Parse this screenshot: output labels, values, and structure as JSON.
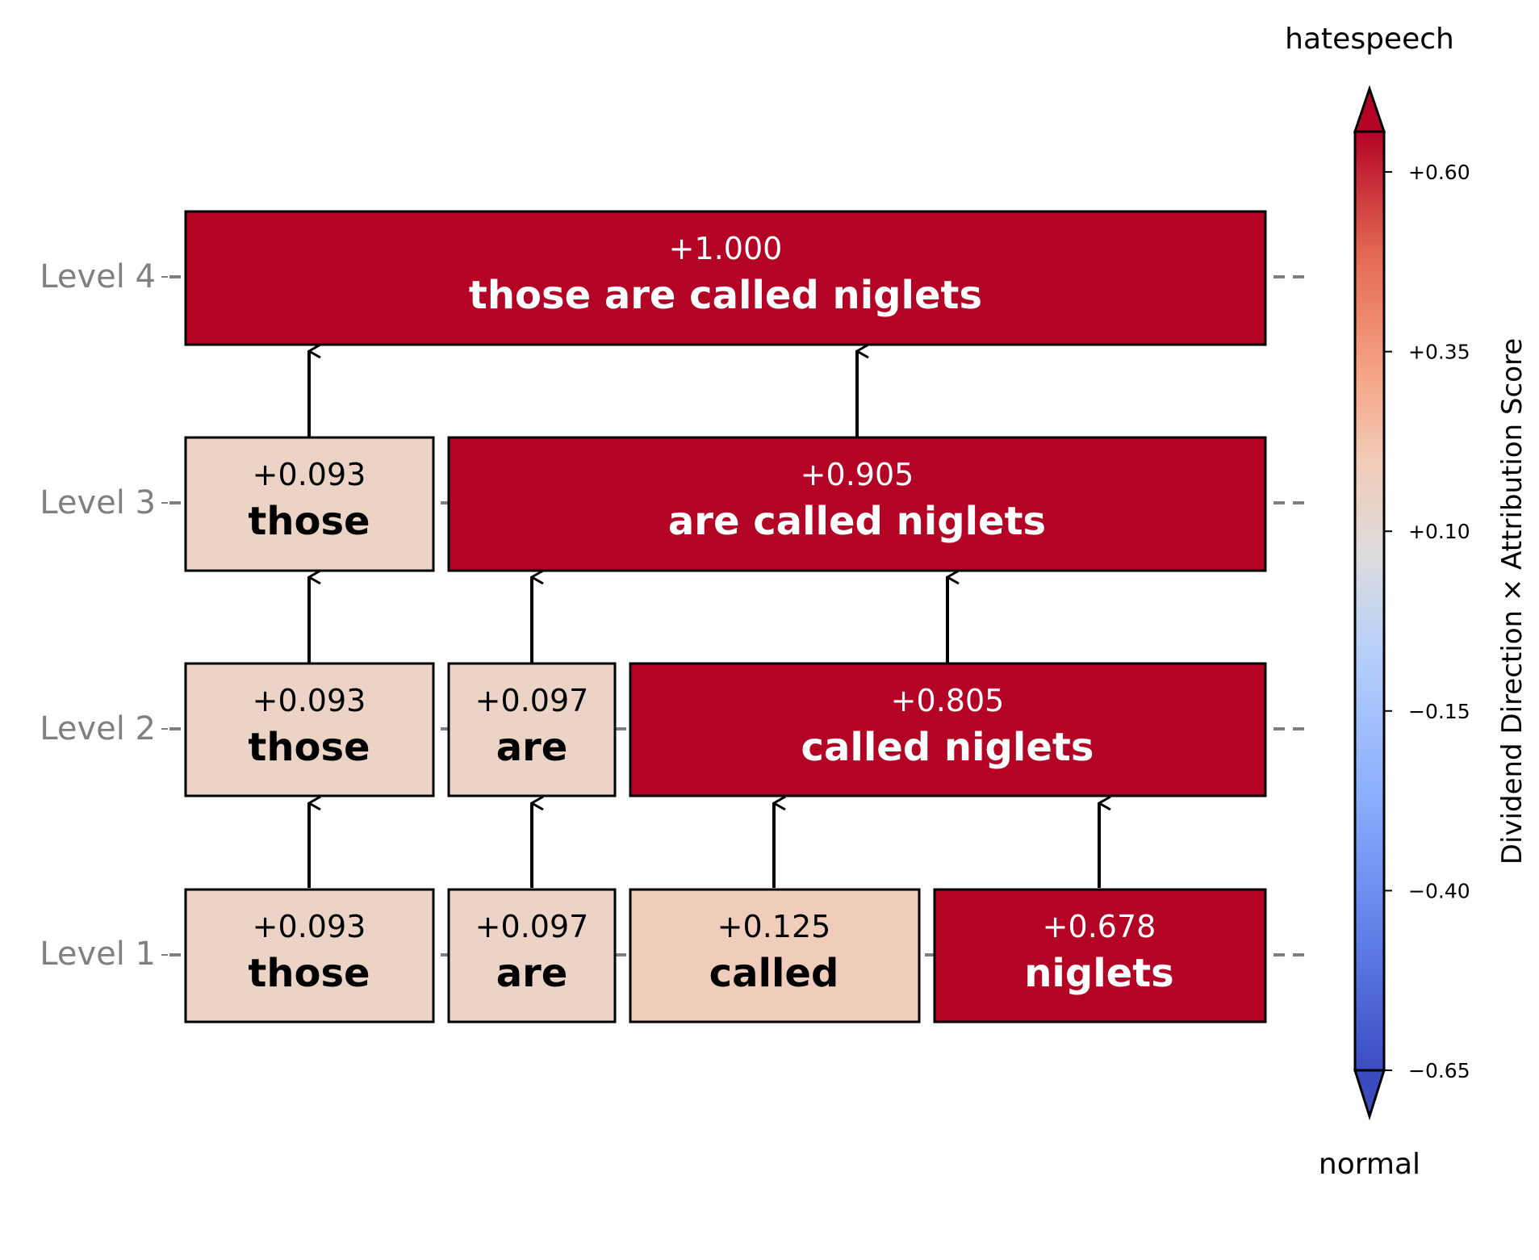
{
  "levels": [
    {
      "label": "Level 1",
      "nodes": [
        {
          "score": "+0.093",
          "text": "those",
          "fill": "#ebd3c6",
          "text_color": "#000000"
        },
        {
          "score": "+0.097",
          "text": "are",
          "fill": "#ebd3c6",
          "text_color": "#000000"
        },
        {
          "score": "+0.125",
          "text": "called",
          "fill": "#f0cdbb",
          "text_color": "#000000"
        },
        {
          "score": "+0.678",
          "text": "niglets",
          "fill": "#b40426",
          "text_color": "#ffffff"
        }
      ]
    },
    {
      "label": "Level 2",
      "nodes": [
        {
          "score": "+0.093",
          "text": "those",
          "fill": "#ebd3c6",
          "text_color": "#000000"
        },
        {
          "score": "+0.097",
          "text": "are",
          "fill": "#ebd3c6",
          "text_color": "#000000"
        },
        {
          "score": "+0.805",
          "text": "called niglets",
          "fill": "#b40426",
          "text_color": "#ffffff"
        }
      ]
    },
    {
      "label": "Level 3",
      "nodes": [
        {
          "score": "+0.093",
          "text": "those",
          "fill": "#ebd3c6",
          "text_color": "#000000"
        },
        {
          "score": "+0.905",
          "text": "are called niglets",
          "fill": "#b40426",
          "text_color": "#ffffff"
        }
      ]
    },
    {
      "label": "Level 4",
      "nodes": [
        {
          "score": "+1.000",
          "text": "those are called niglets",
          "fill": "#b40426",
          "text_color": "#ffffff"
        }
      ]
    }
  ],
  "colorbar": {
    "top_label": "hatespeech",
    "bottom_label": "normal",
    "axis_label": "Dividend Direction × Attribution Score",
    "ticks": [
      {
        "label": "+0.60",
        "value": 0.6
      },
      {
        "label": "+0.35",
        "value": 0.35
      },
      {
        "label": "+0.10",
        "value": 0.1
      },
      {
        "label": "−0.15",
        "value": -0.15
      },
      {
        "label": "−0.40",
        "value": -0.4
      },
      {
        "label": "−0.65",
        "value": -0.65
      }
    ],
    "colors": {
      "low": "#3b4cc0",
      "mid": "#dddddd",
      "high": "#b40426"
    }
  }
}
